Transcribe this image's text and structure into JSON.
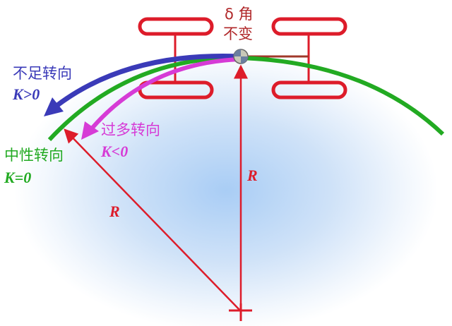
{
  "labels": {
    "delta_line1": "δ 角",
    "delta_line2": "不变",
    "understeer": "不足转向",
    "understeer_k": "K>0",
    "oversteer": "过多转向",
    "oversteer_k": "K<0",
    "neutral": "中性转向",
    "neutral_k": "K=0",
    "radius_vertical": "R",
    "radius_diagonal": "R"
  },
  "colors": {
    "understeer": "#3a3ab8",
    "oversteer": "#d63bd6",
    "neutral": "#22aa22",
    "vehicle": "#dd1c2a",
    "text_delta": "#b0282a"
  }
}
